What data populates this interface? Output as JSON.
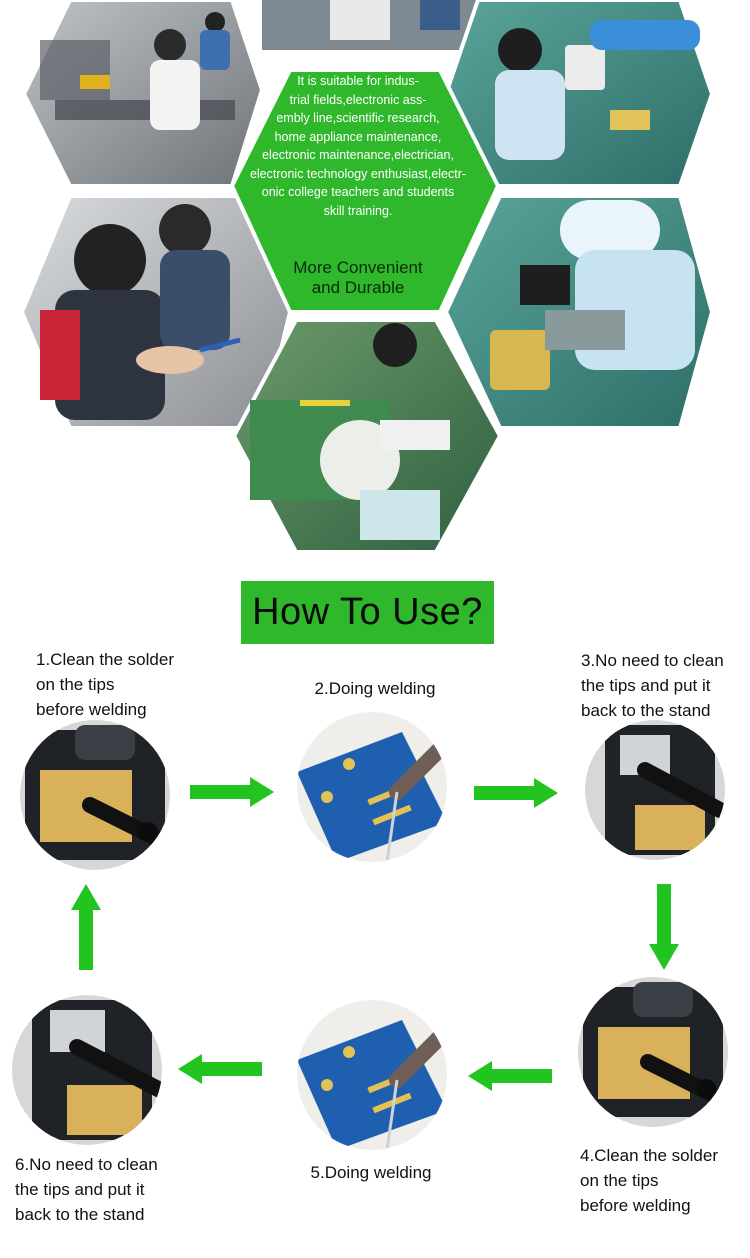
{
  "hero": {
    "description": "It is suitable for industrial fields,electronic assembly line,scientific research, home appliance maintenance, electronic maintenance,electrician, electronic technology enthusiast,electronic college teachers and students skill training.",
    "description_lines": [
      "It is suitable for indus-",
      "trial fields,electronic ass-",
      "embly line,scientific research,",
      "home appliance maintenance,",
      "electronic maintenance,electrician,",
      "electronic technology enthusiast,electr-",
      "onic college teachers and students",
      "skill training."
    ],
    "slogan_lines": [
      "More Convenient",
      "and Durable"
    ]
  },
  "how_to_use": {
    "title": "How To Use?",
    "steps": [
      {
        "lines": [
          "1.Clean the solder",
          "on the tips",
          "before welding"
        ]
      },
      {
        "lines": [
          "2.Doing welding"
        ]
      },
      {
        "lines": [
          "3.No need to clean",
          "the tips  and put it",
          "back to the stand"
        ]
      },
      {
        "lines": [
          "4.Clean the solder",
          "on the tips",
          "before welding"
        ]
      },
      {
        "lines": [
          "5.Doing welding"
        ]
      },
      {
        "lines": [
          "6.No need to clean",
          "the tips  and put it",
          "back to the stand"
        ]
      }
    ]
  },
  "colors": {
    "accent_green": "#2fb82b",
    "arrow_green": "#22c41f",
    "pcb_blue": "#1f5fb0",
    "sponge_yellow": "#d8b15a"
  }
}
